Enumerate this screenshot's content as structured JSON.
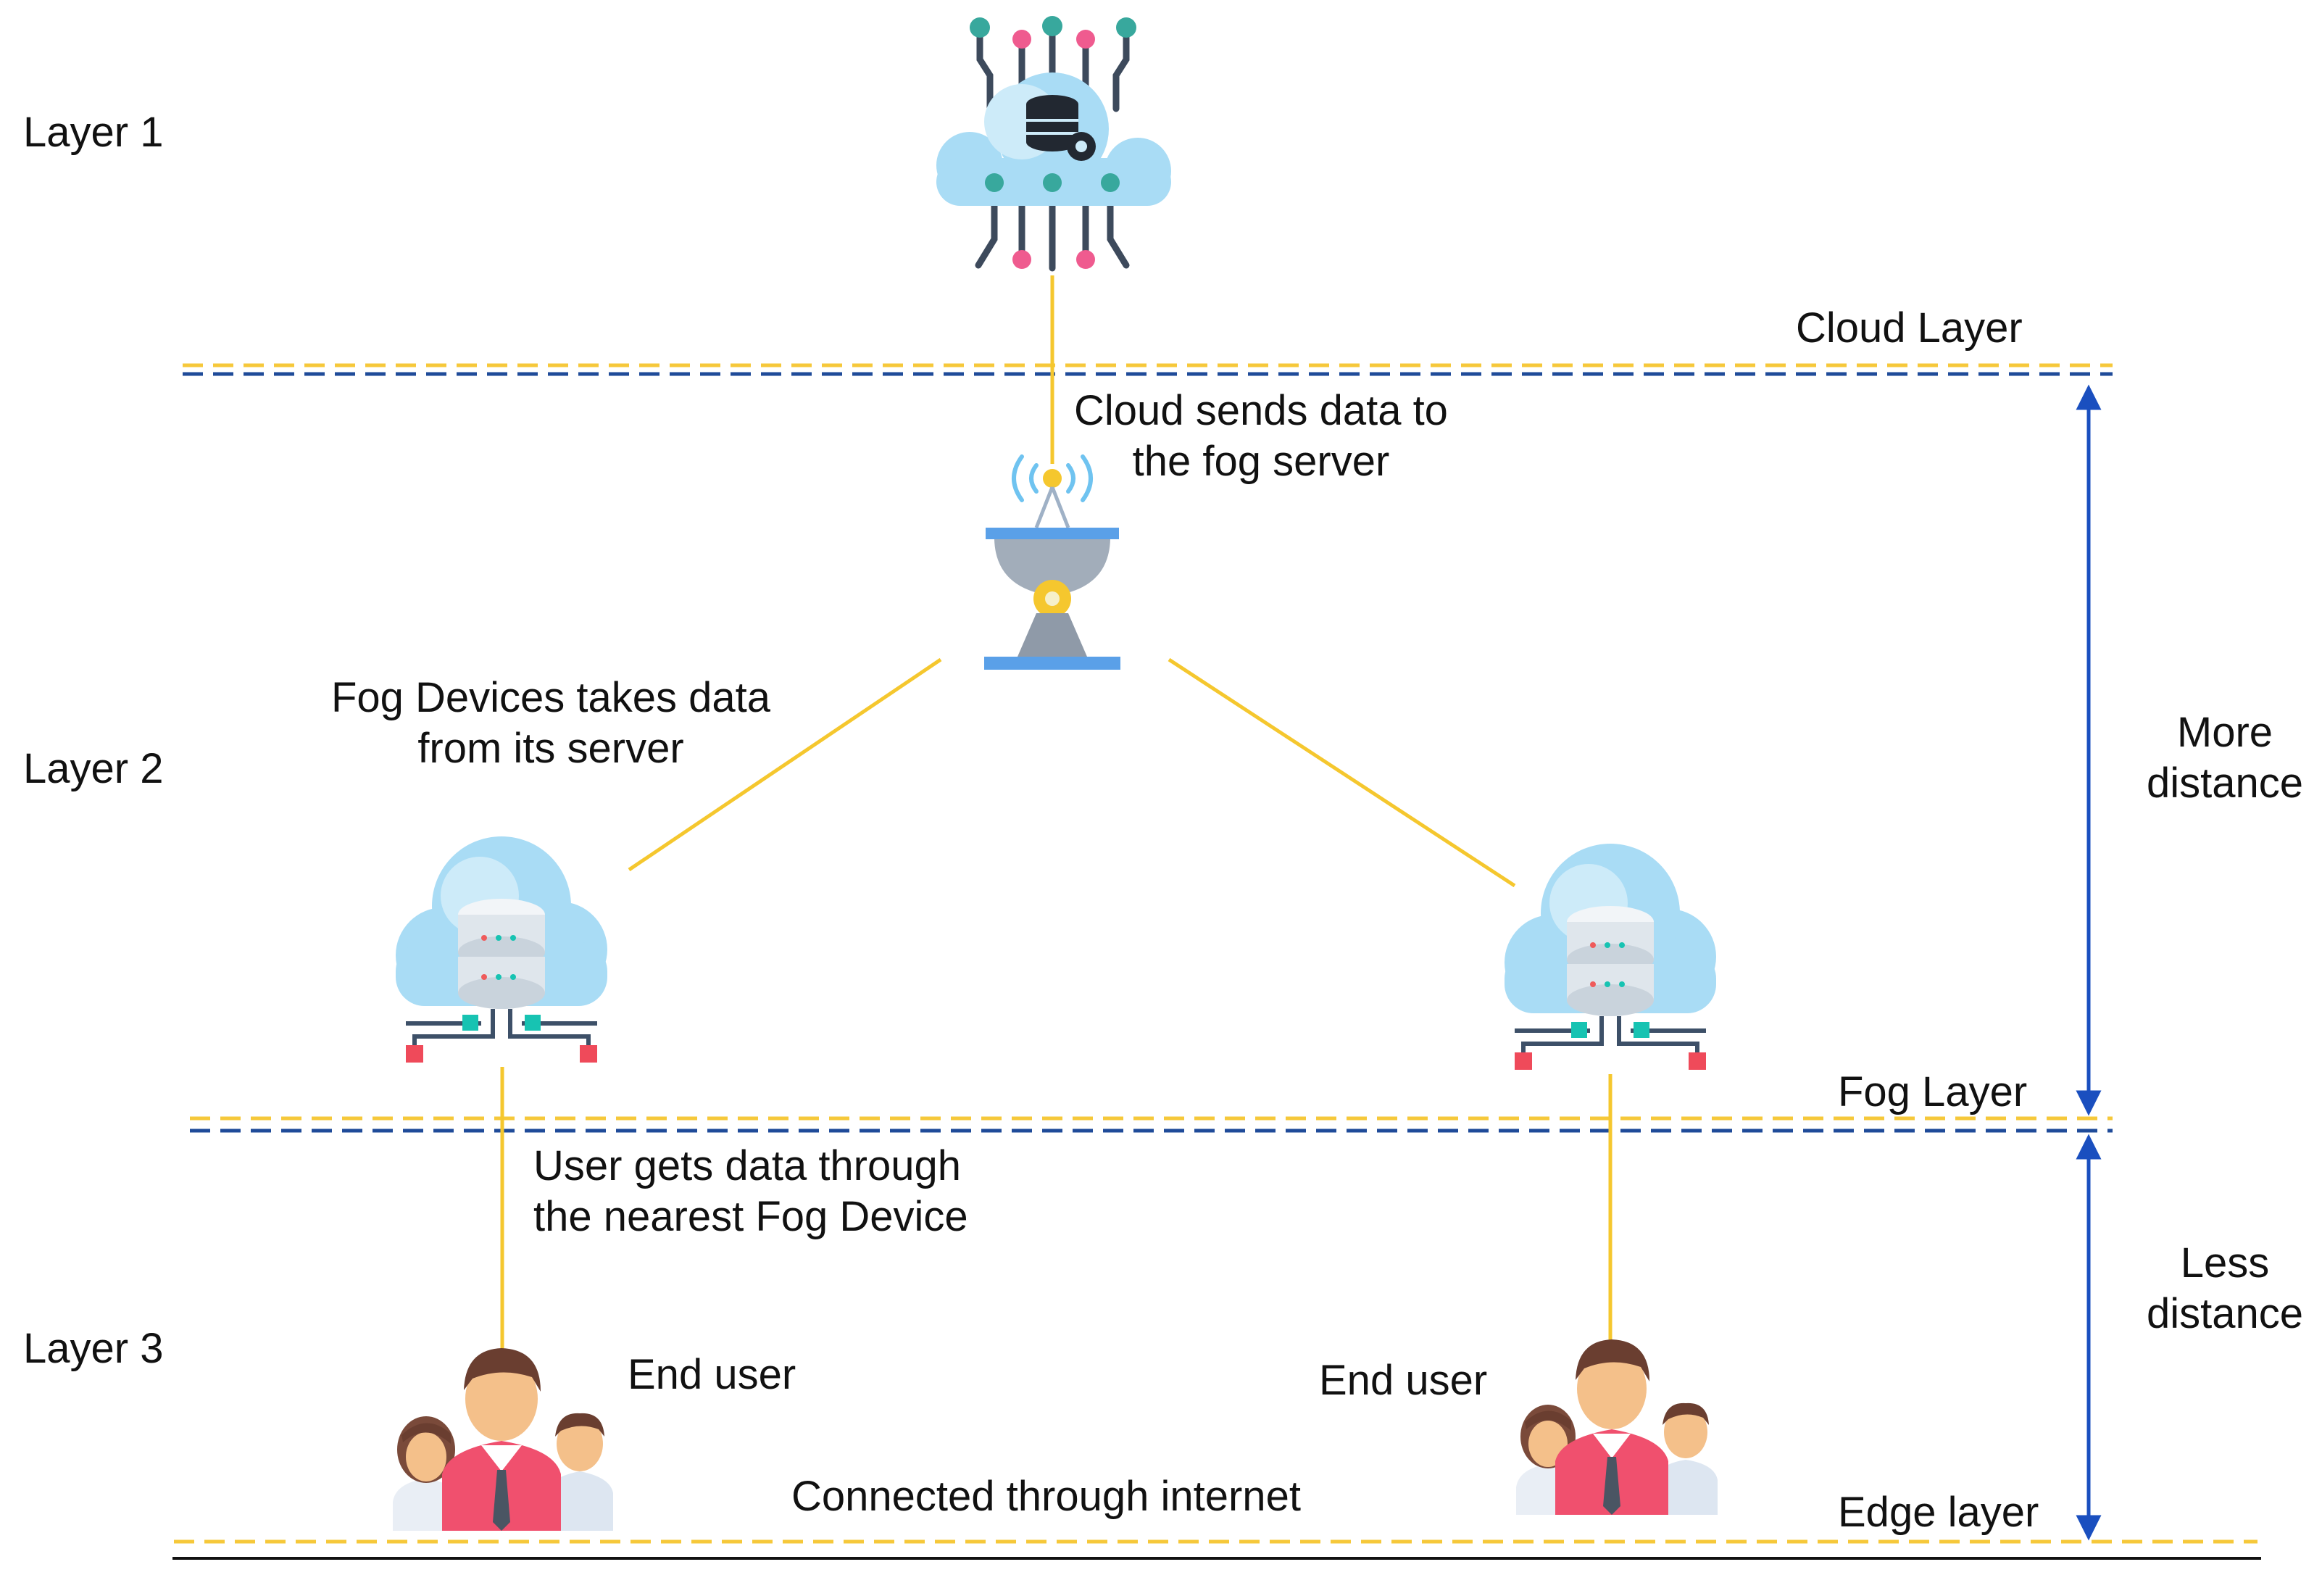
{
  "layers": {
    "layer1": "Layer 1",
    "layer2": "Layer 2",
    "layer3": "Layer 3"
  },
  "boundaries": {
    "cloud": "Cloud Layer",
    "fog": "Fog Layer",
    "edge": "Edge layer"
  },
  "annotations": {
    "cloud_to_fog_line1": "Cloud sends data to",
    "cloud_to_fog_line2": "the fog server",
    "fog_devices_line1": "Fog Devices takes data",
    "fog_devices_line2": "from its server",
    "user_gets_line1": "User gets data through",
    "user_gets_line2": "the nearest Fog Device",
    "end_user_left": "End user",
    "end_user_right": "End user",
    "connected": "Connected through internet"
  },
  "distance": {
    "more_line1": "More",
    "more_line2": "distance",
    "less_line1": "Less",
    "less_line2": "distance"
  },
  "icons": {
    "cloud_server": "cloud-database-icon",
    "fog_server": "antenna-tower-icon",
    "fog_device": "cloud-server-icon",
    "user_group": "user-group-icon"
  },
  "colors": {
    "connector": "#f5c72e",
    "dash_yellow": "#f6c83a",
    "dash_blue": "#1f4b99",
    "arrow": "#1a4fbf",
    "cloud": "#a9dcf5",
    "server": "#dfe6ec",
    "user_shirt": "#f0506e",
    "user_skin": "#f4c08a"
  }
}
